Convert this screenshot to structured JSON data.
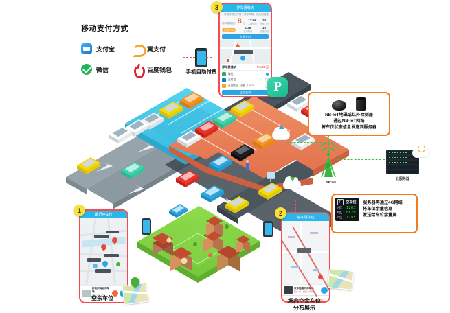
{
  "legend": {
    "title": "移动支付方式",
    "items": [
      {
        "label": "支付宝",
        "icon": "alipay-icon"
      },
      {
        "label": "翼支付",
        "icon": "yipay-icon"
      },
      {
        "label": "微信",
        "icon": "wechat-icon"
      },
      {
        "label": "百度钱包",
        "icon": "baidu-wallet-icon"
      }
    ]
  },
  "labels": {
    "self_pay": "手机自助付费",
    "nbiot_tower": "NB-IoT",
    "cloud_server": "云服务器"
  },
  "callouts": {
    "sensor": {
      "lines": [
        "NB-IoT地磁或红外检测器",
        "通过NB-IoT网络",
        "将车位状态信息发送到服务器"
      ]
    },
    "board": {
      "lines": [
        "服务器再通过4G网络",
        "将车位余量信息",
        "发送给车位余量屏"
      ],
      "sign": {
        "p": "P",
        "title": "空车位",
        "rows": [
          {
            "zone": "A区",
            "value": "1283"
          },
          {
            "zone": "B区",
            "value": "0620"
          },
          {
            "zone": "C区",
            "value": "1295"
          }
        ]
      }
    }
  },
  "panels": [
    {
      "badge": "1",
      "caption": "空余车位",
      "header": "最近停车位",
      "name": "nearby-parking-app"
    },
    {
      "badge": "2",
      "caption": "场内空余车位\n分布展示",
      "header": "停车场车位",
      "name": "in-lot-distribution-app"
    },
    {
      "badge": "3",
      "caption": "",
      "header": "停车费缴纳",
      "name": "payment-app",
      "summary": {
        "amount": "8",
        "amount_unit": "元",
        "amount_note": "停车费用合计",
        "stats": [
          {
            "value": "12:06",
            "label": "入场时间"
          },
          {
            "value": "20",
            "label": "停车时长"
          },
          {
            "value": "4:26",
            "label": "出场时间"
          },
          {
            "value": "10",
            "label": "已缴费用"
          }
        ],
        "button": "立即支付"
      },
      "pay_list": {
        "title": "停车费缴纳",
        "amount": "￥8.00 元",
        "options": [
          {
            "label": "微信",
            "selected": true
          },
          {
            "label": "支付宝",
            "selected": false
          },
          {
            "label": "百度钱包（余额 ￥68.0）",
            "selected": false
          }
        ],
        "confirm": "立即支付"
      },
      "app_icon": "P"
    }
  ],
  "colors": {
    "accent_orange": "#f07c1f",
    "dash_red": "#ff4b4b",
    "dash_green": "#3fbf3f",
    "lot_blue": "#46c8e8",
    "lot_orange": "#e8805a",
    "lot_green": "#7ed33f",
    "road_grey": "#9aa6ad",
    "phone_border": "#fc4a4a",
    "header_blue": "#29b6e8",
    "led_green": "#35e35c"
  }
}
